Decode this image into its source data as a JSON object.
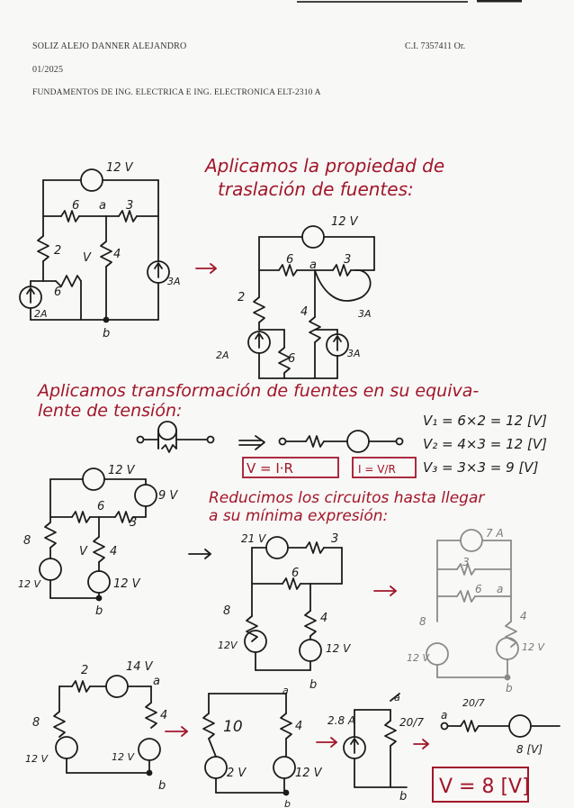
{
  "header": {
    "name": "SOLIZ ALEJO DANNER ALEJANDRO",
    "ci": "C.I. 7357411 Or.",
    "term": "01/2025",
    "course": "FUNDAMENTOS DE ING. ELECTRICA E ING. ELECTRONICA     ELT-2310 A"
  },
  "notes": {
    "title_line1": "Aplicamos la propiedad de",
    "title_line2": "traslación de fuentes:",
    "transform_line1": "Aplicamos transformación de fuentes en su equiva-",
    "transform_line2": "lente de tensión:",
    "formula_v": "V = I·R",
    "formula_i": "I = V/R",
    "eq1": "V₁ = 6×2 = 12 [V]",
    "eq2": "V₂ = 4×3 = 12 [V]",
    "eq3": "V₃ = 3×3 = 9 [V]",
    "reduce_line1": "Reducimos los circuitos hasta llegar",
    "reduce_line2": "a su mínima expresión:",
    "result": "V = 8 [V]"
  },
  "circuit_labels": {
    "c1": {
      "src": "12 V",
      "r6": "6",
      "node_a": "a",
      "r3": "3",
      "r2": "2",
      "r4": "4",
      "r6b": "6",
      "i2": "2A",
      "i3": "3A",
      "node_b": "b",
      "v": "V"
    },
    "c2": {
      "src": "12 V",
      "r6": "6",
      "node_a": "a",
      "r3": "3",
      "r2": "2",
      "r4": "4",
      "i2": "2A",
      "r6b": "6",
      "i3a": "3A",
      "i3b": "3A"
    },
    "c3": {
      "src": "12 V",
      "src9": "9 V",
      "r6": "6",
      "r3": "3",
      "r8": "8",
      "r4": "4",
      "v": "V",
      "s12a": "12 V",
      "s12b": "12 V",
      "node_b": "b"
    },
    "c4": {
      "src": "21 V",
      "r3": "3",
      "r6": "6",
      "r8": "8",
      "r4": "4",
      "s12a": "12V",
      "s12b": "12 V",
      "node_b": "b"
    },
    "c5": {
      "src": "7 A",
      "r3": "3",
      "r6": "6",
      "node_a": "a",
      "r8": "8",
      "r4": "4",
      "s12a": "12 V",
      "s12b": "12 V",
      "node_b": "b"
    },
    "c6": {
      "r2": "2",
      "src": "14 V",
      "node_a": "a",
      "r8": "8",
      "r4": "4",
      "s12a": "12 V",
      "s12b": "12 V",
      "node_b": "b"
    },
    "c7": {
      "node_a": "a",
      "r10": "10",
      "r4": "4",
      "s2": "2 V",
      "s12": "12 V",
      "node_b": "b"
    },
    "c8": {
      "i": "2.8 A",
      "node_a": "a",
      "r": "20/7",
      "node_b": "b"
    },
    "c9": {
      "node_a": "a",
      "r": "20/7",
      "v": "8 [V]"
    }
  }
}
